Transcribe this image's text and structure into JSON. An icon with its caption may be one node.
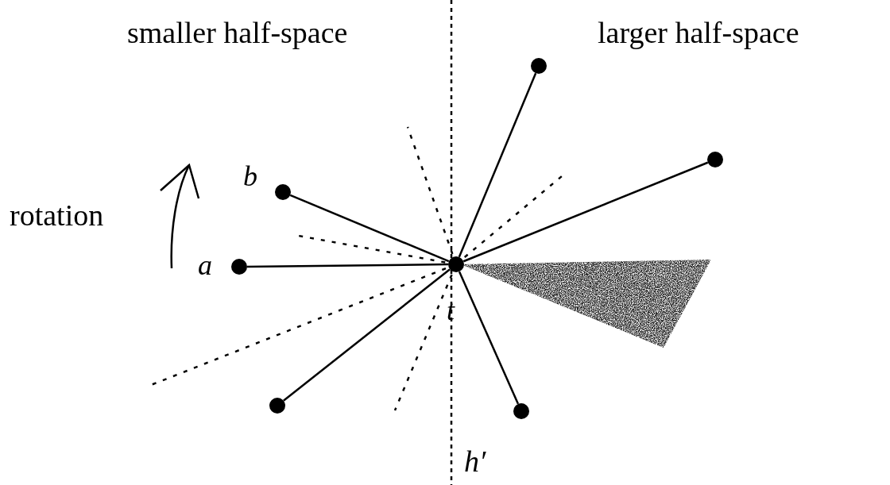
{
  "diagram": {
    "nodes": [
      {
        "text": [],
        "shape": "circle"
      },
      {
        "text": [],
        "shape": "circle"
      },
      {
        "text": [
          "b"
        ]
      },
      {
        "text": [
          "a"
        ]
      },
      {
        "text": [
          "t"
        ]
      },
      {
        "text": [],
        "shape": "circle"
      },
      {
        "text": [],
        "shape": "circle"
      }
    ],
    "edges": [
      {
        "from": 4,
        "to": 0,
        "arrow": "none"
      },
      {
        "from": 4,
        "to": 1,
        "arrow": "none"
      },
      {
        "from": 4,
        "to": 2,
        "arrow": "none"
      },
      {
        "from": 4,
        "to": 3,
        "arrow": "none"
      },
      {
        "from": 4,
        "to": 5,
        "arrow": "none"
      },
      {
        "from": 4,
        "to": 6,
        "arrow": "none"
      }
    ],
    "labels": [
      "smaller half-space",
      "larger half-space",
      "rotation",
      "h′"
    ]
  }
}
